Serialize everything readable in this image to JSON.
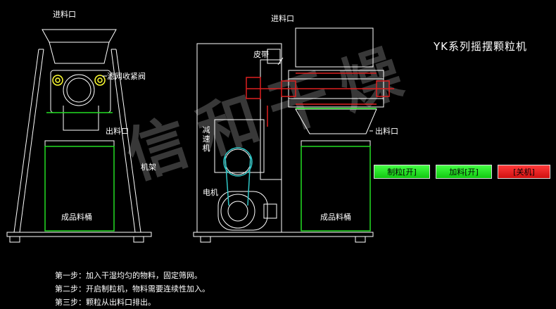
{
  "title": "YK系列摇摆颗粒机",
  "labels": {
    "inlet_left": "进料口",
    "screen_valve": "滤网收紧阀",
    "outlet_left": "出料口",
    "frame": "机架",
    "barrel_left": "成品料桶",
    "inlet_right": "进料口",
    "belt": "皮带",
    "reducer": "减速机",
    "motor": "电机",
    "outlet_right": "出料口",
    "barrel_right": "成品料桶"
  },
  "watermark": "信和干燥",
  "buttons": {
    "granulate": "制粒[开]",
    "feed": "加料[开]",
    "stop": "[关机]"
  },
  "steps": [
    "第一步：加入干湿均匀的物料，固定筛网。",
    "第二步：开启制粒机，物料需要连续性加入。",
    "第三步：颗粒从出料口排出。"
  ],
  "colors": {
    "background": "#000000",
    "line": "#ffffff",
    "green": "#22dd22",
    "red": "#dd2020",
    "accent_cyan": "#30c8c8"
  }
}
